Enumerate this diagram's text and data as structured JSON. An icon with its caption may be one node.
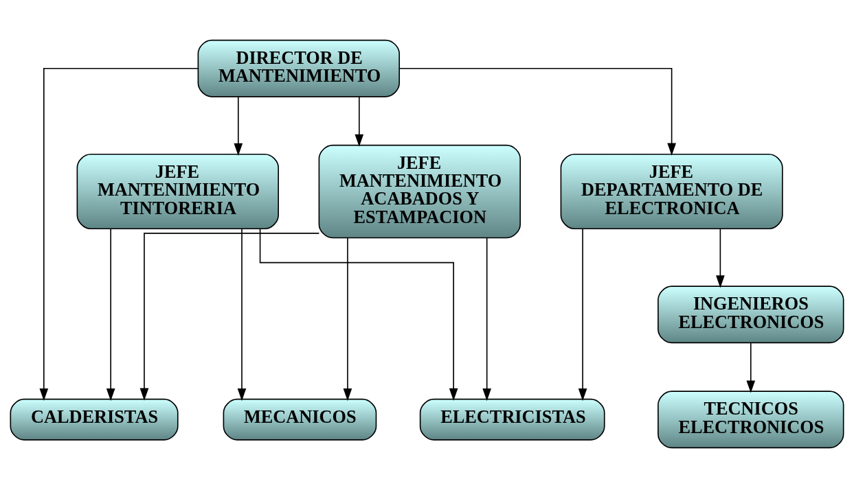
{
  "diagram": {
    "nodes": [
      {
        "text": [
          "DIRECTOR DE MANTENIMIENTO"
        ]
      },
      {
        "text": [
          "JEFE MANTENIMIENTO TINTORERIA"
        ]
      },
      {
        "text": [
          "JEFE MANTENIMIENTO ACABADOS Y ESTAMPACION"
        ]
      },
      {
        "text": [
          "JEFE DEPARTAMENTO DE ELECTRONICA"
        ]
      },
      {
        "text": [
          "INGENIEROS ELECTRONICOS"
        ]
      },
      {
        "text": [
          "CALDERISTAS"
        ]
      },
      {
        "text": [
          "MECANICOS"
        ]
      },
      {
        "text": [
          "ELECTRICISTAS"
        ]
      },
      {
        "text": [
          "TECNICOS ELECTRONICOS"
        ]
      }
    ],
    "edges": [
      {
        "from": 0,
        "to": 5,
        "arrow": "to"
      },
      {
        "from": 0,
        "to": 1,
        "arrow": "to"
      },
      {
        "from": 0,
        "to": 2,
        "arrow": "to"
      },
      {
        "from": 0,
        "to": 3,
        "arrow": "to"
      },
      {
        "from": 1,
        "to": 5,
        "arrow": "to"
      },
      {
        "from": 1,
        "to": 6,
        "arrow": "to"
      },
      {
        "from": 1,
        "to": 7,
        "arrow": "to"
      },
      {
        "from": 2,
        "to": 5,
        "arrow": "to"
      },
      {
        "from": 2,
        "to": 6,
        "arrow": "to"
      },
      {
        "from": 2,
        "to": 7,
        "arrow": "to"
      },
      {
        "from": 3,
        "to": 7,
        "arrow": "to"
      },
      {
        "from": 3,
        "to": 4,
        "arrow": "to"
      },
      {
        "from": 4,
        "to": 8,
        "arrow": "to"
      }
    ]
  }
}
